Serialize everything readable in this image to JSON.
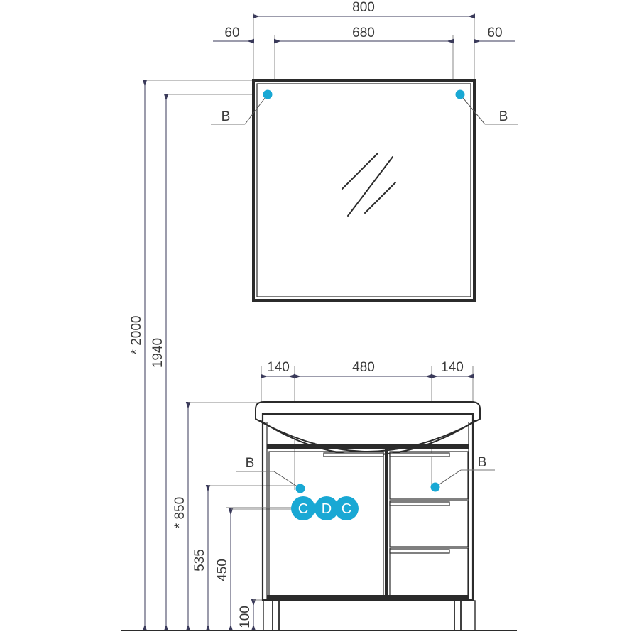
{
  "drawing": {
    "title": "Bathroom vanity and mirror technical elevation drawing",
    "units": "mm",
    "line_color": "#2b2b2b",
    "dim_color": "#555555",
    "accent_color": "#19a8d4",
    "text_color": "#3a3a3a"
  },
  "dimensions": {
    "mirror_total_width": "800",
    "mirror_left_offset": "60",
    "mirror_glass_width": "680",
    "mirror_right_offset": "60",
    "height_total": "* 2000",
    "height_mirror_top": "1940",
    "vanity_left_section": "140",
    "vanity_center_section": "480",
    "vanity_right_section": "140",
    "counter_height": "* 850",
    "height_535": "535",
    "height_450": "450",
    "leg_height": "100"
  },
  "balloons": {
    "mirror_left": "B",
    "mirror_right": "B",
    "vanity_left": "B",
    "vanity_right": "B",
    "hardware": [
      "C",
      "D",
      "C"
    ]
  },
  "callout_labels": {
    "b_mirror_left": "B",
    "b_mirror_right": "B",
    "b_vanity_left": "B",
    "b_vanity_right": "B"
  }
}
